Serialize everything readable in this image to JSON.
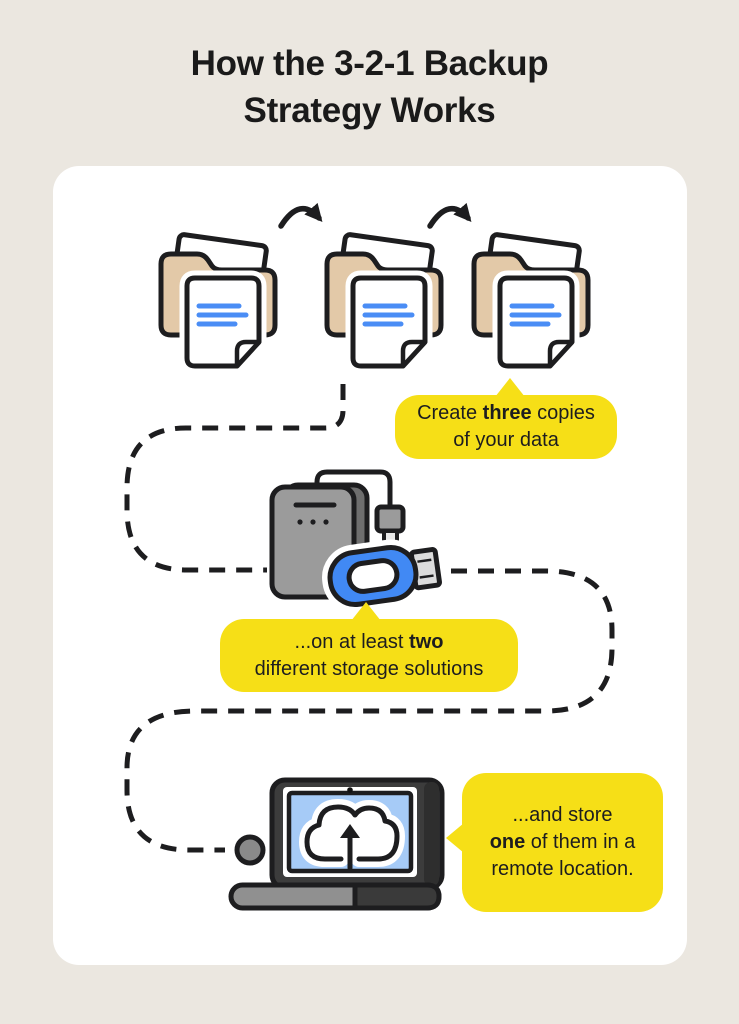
{
  "page": {
    "title_line1": "How the 3-2-1 Backup",
    "title_line2": "Strategy Works"
  },
  "callouts": {
    "copies": {
      "line1": {
        "pre": "Create ",
        "bold": "three",
        "post": " copies"
      },
      "line2": {
        "pre": "of your data",
        "bold": "",
        "post": ""
      }
    },
    "storage": {
      "line1": {
        "pre": "...on at least ",
        "bold": "two",
        "post": ""
      },
      "line2": {
        "pre": "different storage solutions",
        "bold": "",
        "post": ""
      }
    },
    "remote": {
      "line1": {
        "pre": "...and store",
        "bold": "",
        "post": ""
      },
      "line2": {
        "pre": "",
        "bold": "one",
        "post": " of them in a"
      },
      "line3": {
        "pre": "remote location.",
        "bold": "",
        "post": ""
      }
    }
  },
  "icons": {
    "copy_arrows": "curved-hop-arrow",
    "data_copies": "folder-with-document",
    "storage_devices": "external-hard-drive-with-usb-flash-drive",
    "remote_storage": "laptop-with-cloud-upload",
    "flow": "dashed-flow-path"
  },
  "colors": {
    "page_background": "#ebe7e0",
    "card_background": "#ffffff",
    "headline_text": "#1a1a1a",
    "callout_yellow": "#f6df17",
    "folder_tan": "#e3c9a8",
    "document_line_blue": "#4a8df5",
    "usb_blue": "#4189f4",
    "laptop_screen_blue": "#a6cbf7",
    "outline_dark": "#1d1d1f"
  }
}
